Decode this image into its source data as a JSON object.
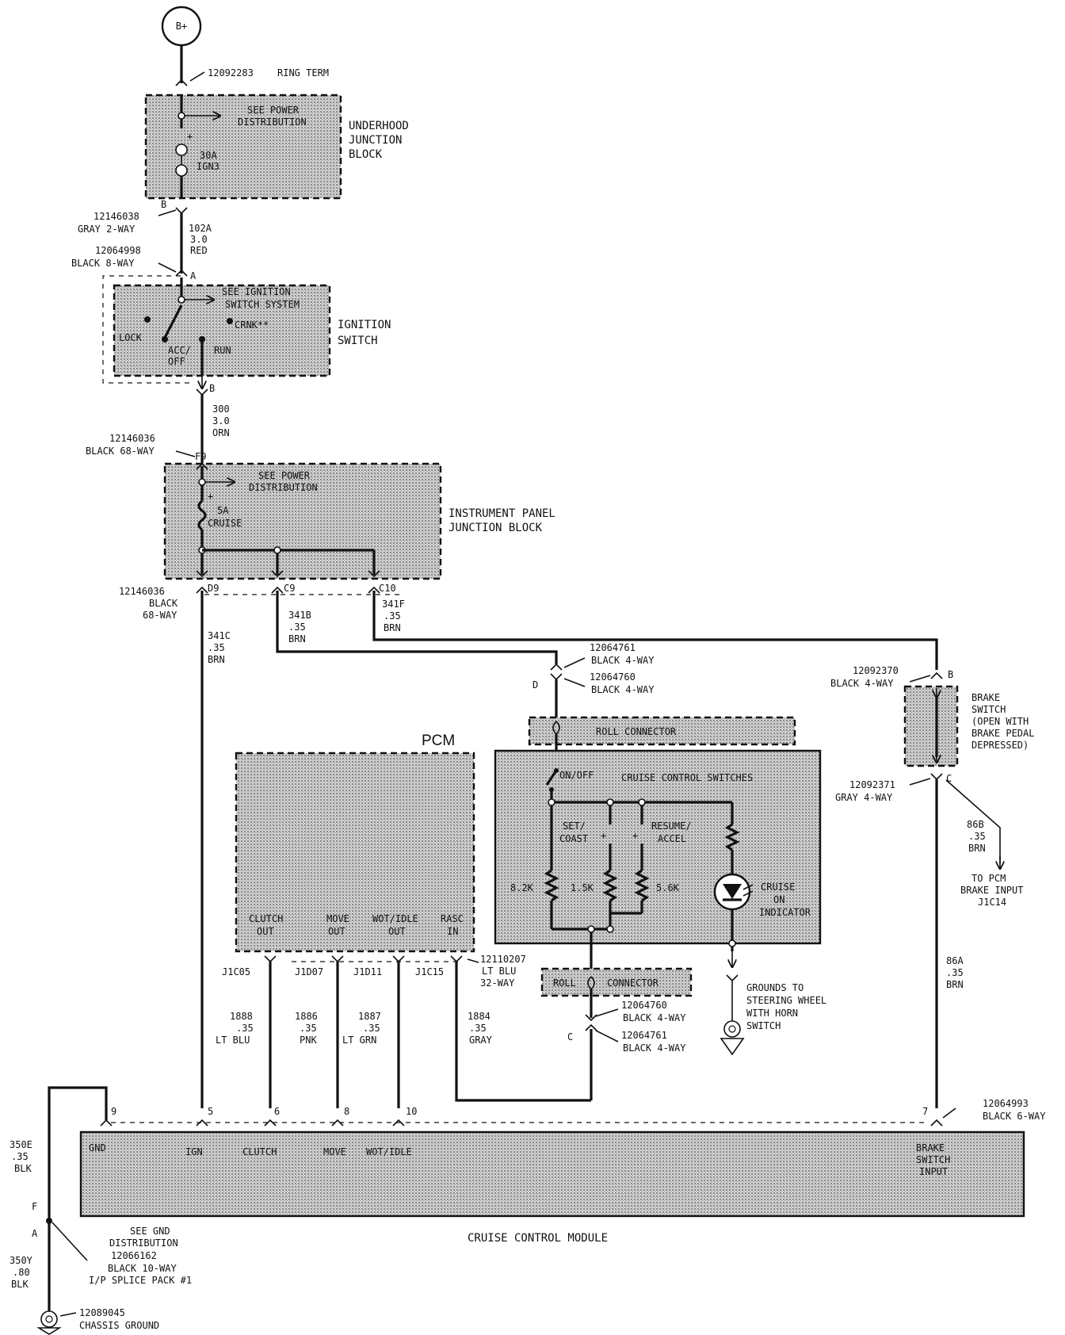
{
  "power_source": "B+",
  "underhood": {
    "connector_top": "12092283",
    "connector_top_desc": "RING TERM",
    "see_note_1": "SEE POWER",
    "see_note_2": "DISTRIBUTION",
    "fuse_amp": "30A",
    "fuse_name": "IGN3",
    "name_1": "UNDERHOOD",
    "name_2": "JUNCTION",
    "name_3": "BLOCK",
    "pin_out": "B",
    "conn_out": "12146038",
    "conn_out_desc": "GRAY 2-WAY"
  },
  "wire_102a": {
    "circuit": "102A",
    "gauge": "3.0",
    "color": "RED"
  },
  "ignition": {
    "conn_in": "12064998",
    "conn_in_desc": "BLACK 8-WAY",
    "pin_in": "A",
    "see_note_1": "SEE IGNITION",
    "see_note_2": "SWITCH SYSTEM",
    "lock": "LOCK",
    "crnk": "CRNK**",
    "acc_1": "ACC/",
    "acc_2": "OFF",
    "run": "RUN",
    "name_1": "IGNITION",
    "name_2": "SWITCH",
    "pin_out": "B"
  },
  "wire_300": {
    "circuit": "300",
    "gauge": "3.0",
    "color": "ORN"
  },
  "ipjb": {
    "conn_in": "12146036",
    "conn_in_desc": "BLACK 68-WAY",
    "pin_in": "F9",
    "see_note_1": "SEE POWER",
    "see_note_2": "DISTRIBUTION",
    "fuse_amp": "5A",
    "fuse_name": "CRUISE",
    "name_1": "INSTRUMENT PANEL",
    "name_2": "JUNCTION BLOCK",
    "conn_out": "12146036",
    "conn_out_desc_1": "BLACK",
    "conn_out_desc_2": "68-WAY",
    "pin_d9": "D9",
    "pin_c9": "C9",
    "pin_c10": "C10"
  },
  "wire_341c": {
    "circuit": "341C",
    "gauge": ".35",
    "color": "BRN"
  },
  "wire_341b": {
    "circuit": "341B",
    "gauge": ".35",
    "color": "BRN"
  },
  "wire_341f": {
    "circuit": "341F",
    "gauge": ".35",
    "color": "BRN"
  },
  "roll_top": {
    "conn_a": "12064761",
    "conn_a_desc": "BLACK 4-WAY",
    "conn_b": "12064760",
    "conn_b_desc": "BLACK 4-WAY",
    "pin": "D",
    "label": "ROLL CONNECTOR"
  },
  "ccs": {
    "title": "CRUISE CONTROL SWITCHES",
    "onoff": "ON/OFF",
    "set_1": "SET/",
    "set_2": "COAST",
    "res_1": "RESUME/",
    "res_2": "ACCEL",
    "r1": "8.2K",
    "r2": "1.5K",
    "r3": "5.6K",
    "ind_1": "CRUISE",
    "ind_2": "ON",
    "ind_3": "INDICATOR"
  },
  "roll_bottom": {
    "label_1": "ROLL",
    "label_2": "CONNECTOR",
    "conn_a": "12064760",
    "conn_a_desc": "BLACK 4-WAY",
    "pin": "C",
    "conn_b": "12064761",
    "conn_b_desc": "BLACK 4-WAY"
  },
  "horn_ground": {
    "l1": "GROUNDS TO",
    "l2": "STEERING WHEEL",
    "l3": "WITH HORN",
    "l4": "SWITCH"
  },
  "brake": {
    "conn_in": "12092370",
    "conn_in_desc": "BLACK 4-WAY",
    "pin_in": "B",
    "desc_1": "BRAKE",
    "desc_2": "SWITCH",
    "desc_3": "(OPEN WITH",
    "desc_4": "BRAKE PEDAL",
    "desc_5": "DEPRESSED)",
    "conn_out": "12092371",
    "conn_out_desc": "GRAY 4-WAY",
    "pin_out": "C"
  },
  "wire_86b": {
    "circuit": "86B",
    "gauge": ".35",
    "color": "BRN",
    "to_1": "TO PCM",
    "to_2": "BRAKE INPUT",
    "to_3": "J1C14"
  },
  "wire_86a": {
    "circuit": "86A",
    "gauge": ".35",
    "color": "BRN"
  },
  "pcm": {
    "title": "PCM",
    "clutch_1": "CLUTCH",
    "clutch_2": "OUT",
    "move_1": "MOVE",
    "move_2": "OUT",
    "wot_1": "WOT/IDLE",
    "wot_2": "OUT",
    "rasc_1": "RASC",
    "rasc_2": "IN",
    "p1": "J1C05",
    "p2": "J1D07",
    "p3": "J1D11",
    "p4": "J1C15",
    "conn": "12110207",
    "conn_desc_1": "LT BLU",
    "conn_desc_2": "32-WAY"
  },
  "wire_1888": {
    "circuit": "1888",
    "gauge": ".35",
    "color": "LT BLU"
  },
  "wire_1886": {
    "circuit": "1886",
    "gauge": ".35",
    "color": "PNK"
  },
  "wire_1887": {
    "circuit": "1887",
    "gauge": ".35",
    "color": "LT GRN"
  },
  "wire_1884": {
    "circuit": "1884",
    "gauge": ".35",
    "color": "GRAY"
  },
  "ccm": {
    "name": "CRUISE CONTROL MODULE",
    "pin9": "9",
    "pin5": "5",
    "pin6": "6",
    "pin8": "8",
    "pin10": "10",
    "pin7": "7",
    "gnd": "GND",
    "ign": "IGN",
    "clutch": "CLUTCH",
    "move": "MOVE",
    "wot": "WOT/IDLE",
    "brake_1": "BRAKE",
    "brake_2": "SWITCH",
    "brake_3": "INPUT",
    "conn": "12064993",
    "conn_desc": "BLACK 6-WAY"
  },
  "ground": {
    "wire_350e_1": "350E",
    "wire_350e_2": ".35",
    "wire_350e_3": "BLK",
    "pin_f": "F",
    "pin_a": "A",
    "see_1": "SEE GND",
    "see_2": "DISTRIBUTION",
    "splice": "12066162",
    "splice_desc_1": "BLACK 10-WAY",
    "splice_desc_2": "I/P SPLICE PACK #1",
    "wire_350y_1": "350Y",
    "wire_350y_2": ".80",
    "wire_350y_3": "BLK",
    "term": "12089045",
    "term_desc": "CHASSIS GROUND"
  }
}
